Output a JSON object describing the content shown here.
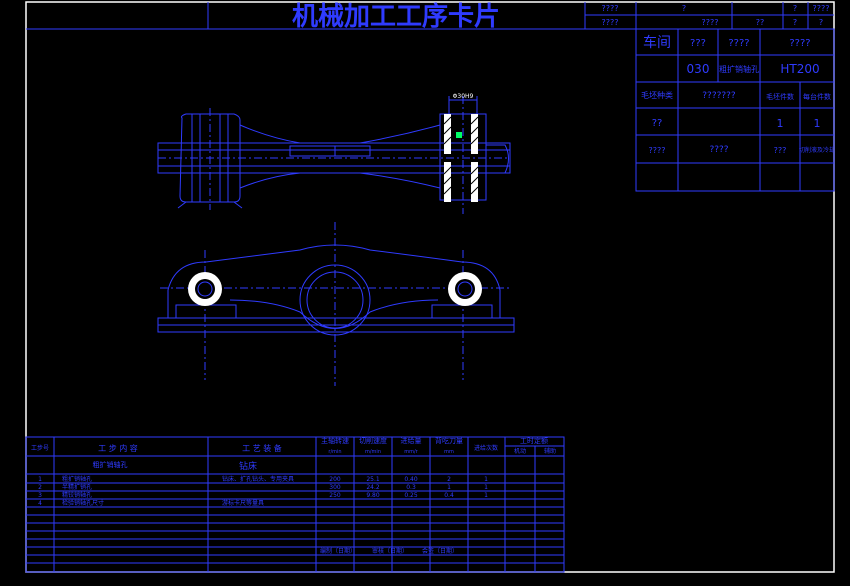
{
  "header": {
    "title": "机械加工工序卡片",
    "top_right": [
      "????",
      "????",
      "?",
      "?",
      "????",
      "????",
      "??",
      "?",
      "?"
    ]
  },
  "info": {
    "workshop_label": "车间",
    "q1": "???",
    "q2": "????",
    "q3": "????",
    "op_no": "030",
    "op_name": "粗扩销轴孔",
    "material": "HT200",
    "blank_label": "毛坯种类",
    "blank_value": "???????",
    "piece_label_a": "毛坯件数",
    "piece_label_b": "每台件数",
    "q4": "??",
    "count_a": "1",
    "count_b": "1",
    "q5": "????",
    "q6": "????",
    "q7": "???",
    "q8": "切削液及冷却"
  },
  "drawing": {
    "dim_label": "Φ30H9"
  },
  "process_table": {
    "headers": [
      "工步号",
      "工 步 内 容",
      "工 艺 装 备",
      "主轴转速",
      "切削速度",
      "进给量",
      "背吃刀量",
      "进给次数",
      "工时定额"
    ],
    "subheaders": [
      "r/min",
      "m/min",
      "mm/r",
      "mm",
      "机动",
      "辅助"
    ],
    "first_row": {
      "step_text": "粗扩销轴孔",
      "equipment_text": "钻床"
    },
    "rows": [
      {
        "no": "1",
        "content": "粗扩销轴孔",
        "equip": "钻床、扩孔钻头、专用夹具",
        "speed": "200",
        "cut": "25.1",
        "feed": "0.40",
        "depth": "2",
        "times": "1"
      },
      {
        "no": "2",
        "content": "半精扩销孔",
        "equip": "",
        "speed": "300",
        "cut": "24.2",
        "feed": "0.3",
        "depth": "1",
        "times": "1"
      },
      {
        "no": "3",
        "content": "精铰销轴孔",
        "equip": "",
        "speed": "250",
        "cut": "9.80",
        "feed": "0.25",
        "depth": "0.4",
        "times": "1"
      },
      {
        "no": "4",
        "content": "检验销轴孔尺寸",
        "equip": "游标卡尺等量具",
        "speed": "",
        "cut": "",
        "feed": "",
        "depth": "",
        "times": ""
      }
    ],
    "sign_labels": [
      "编制（日期）",
      "审核（日期）",
      "会签（日期）"
    ]
  }
}
